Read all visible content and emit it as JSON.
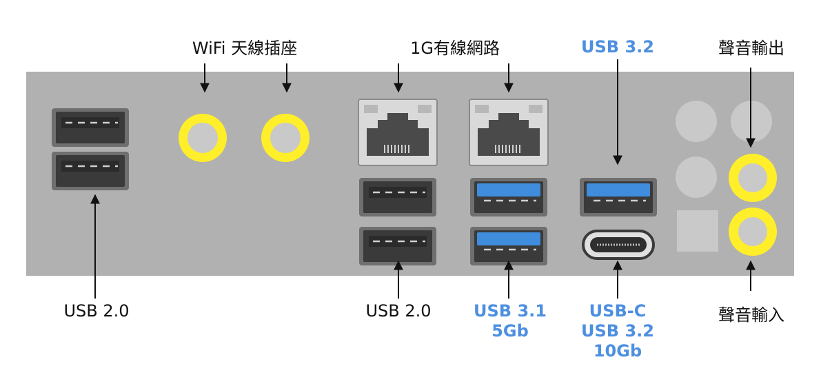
{
  "colors": {
    "panel": "#b1b1b1",
    "yellow_ring": "#ffee2a",
    "connector_center": "#c9c9c9",
    "usb_body": "#3a3a3a",
    "usb_blue": "#3f8ddc",
    "highlight_label": "#4d8fe0",
    "label": "#111111"
  },
  "labels": {
    "wifi": "WiFi 天線插座",
    "lan": "1G有線網路",
    "usb32_top": "USB 3.2",
    "audio_out": "聲音輸出",
    "usb20_left": "USB 2.0",
    "usb20_mid": "USB 2.0",
    "usb31": [
      "USB 3.1",
      "5Gb"
    ],
    "usbc": [
      "USB-C",
      "USB 3.2",
      "10Gb"
    ],
    "audio_in": "聲音輸入"
  },
  "icons": {
    "usb_a_black": "usb-a-port-icon",
    "usb_a_blue": "usb-a-blue-port-icon",
    "rj45": "ethernet-port-icon",
    "usb_c": "usb-c-port-icon",
    "antenna": "wifi-antenna-connector-icon",
    "audio_jack": "audio-jack-icon"
  }
}
